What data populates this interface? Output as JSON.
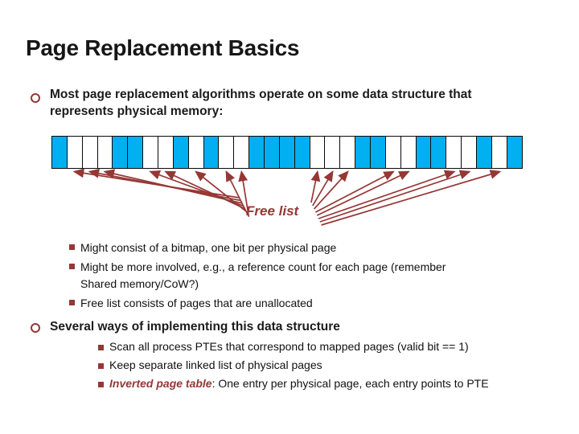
{
  "colors": {
    "maroon": "#953735",
    "cell_blue": "#00B0F0",
    "text": "#1b1b1b"
  },
  "title": "Page Replacement Basics",
  "section1": {
    "heading": "Most page replacement algorithms operate on some data structure that represents physical memory:",
    "items": [
      {
        "em": "",
        "text": "Might consist of a bitmap, one bit per physical page"
      },
      {
        "em": "",
        "text": "Might be more involved, e.g., a reference count for each page (remember Shared memory/CoW?)"
      },
      {
        "em": "",
        "text": "Free list consists of pages that are unallocated"
      }
    ]
  },
  "section2": {
    "heading": "Several ways of implementing this data structure",
    "items": [
      {
        "em": "",
        "text": "Scan all process PTEs that correspond to mapped pages (valid bit == 1)"
      },
      {
        "em": "",
        "text": "Keep separate linked list of physical pages"
      },
      {
        "em": "Inverted page table",
        "text": ": One entry per physical page, each entry points to PTE"
      }
    ]
  },
  "memory_diagram": {
    "type": "memory-cells",
    "free_label": "Free list",
    "cells": [
      1,
      0,
      0,
      0,
      1,
      1,
      0,
      0,
      1,
      0,
      1,
      0,
      0,
      1,
      1,
      1,
      1,
      0,
      0,
      0,
      1,
      1,
      0,
      0,
      1,
      1,
      0,
      0,
      1,
      0,
      1
    ],
    "cell_legend": {
      "1": "allocated (blue)",
      "0": "free (white, arrow from free list)"
    }
  }
}
